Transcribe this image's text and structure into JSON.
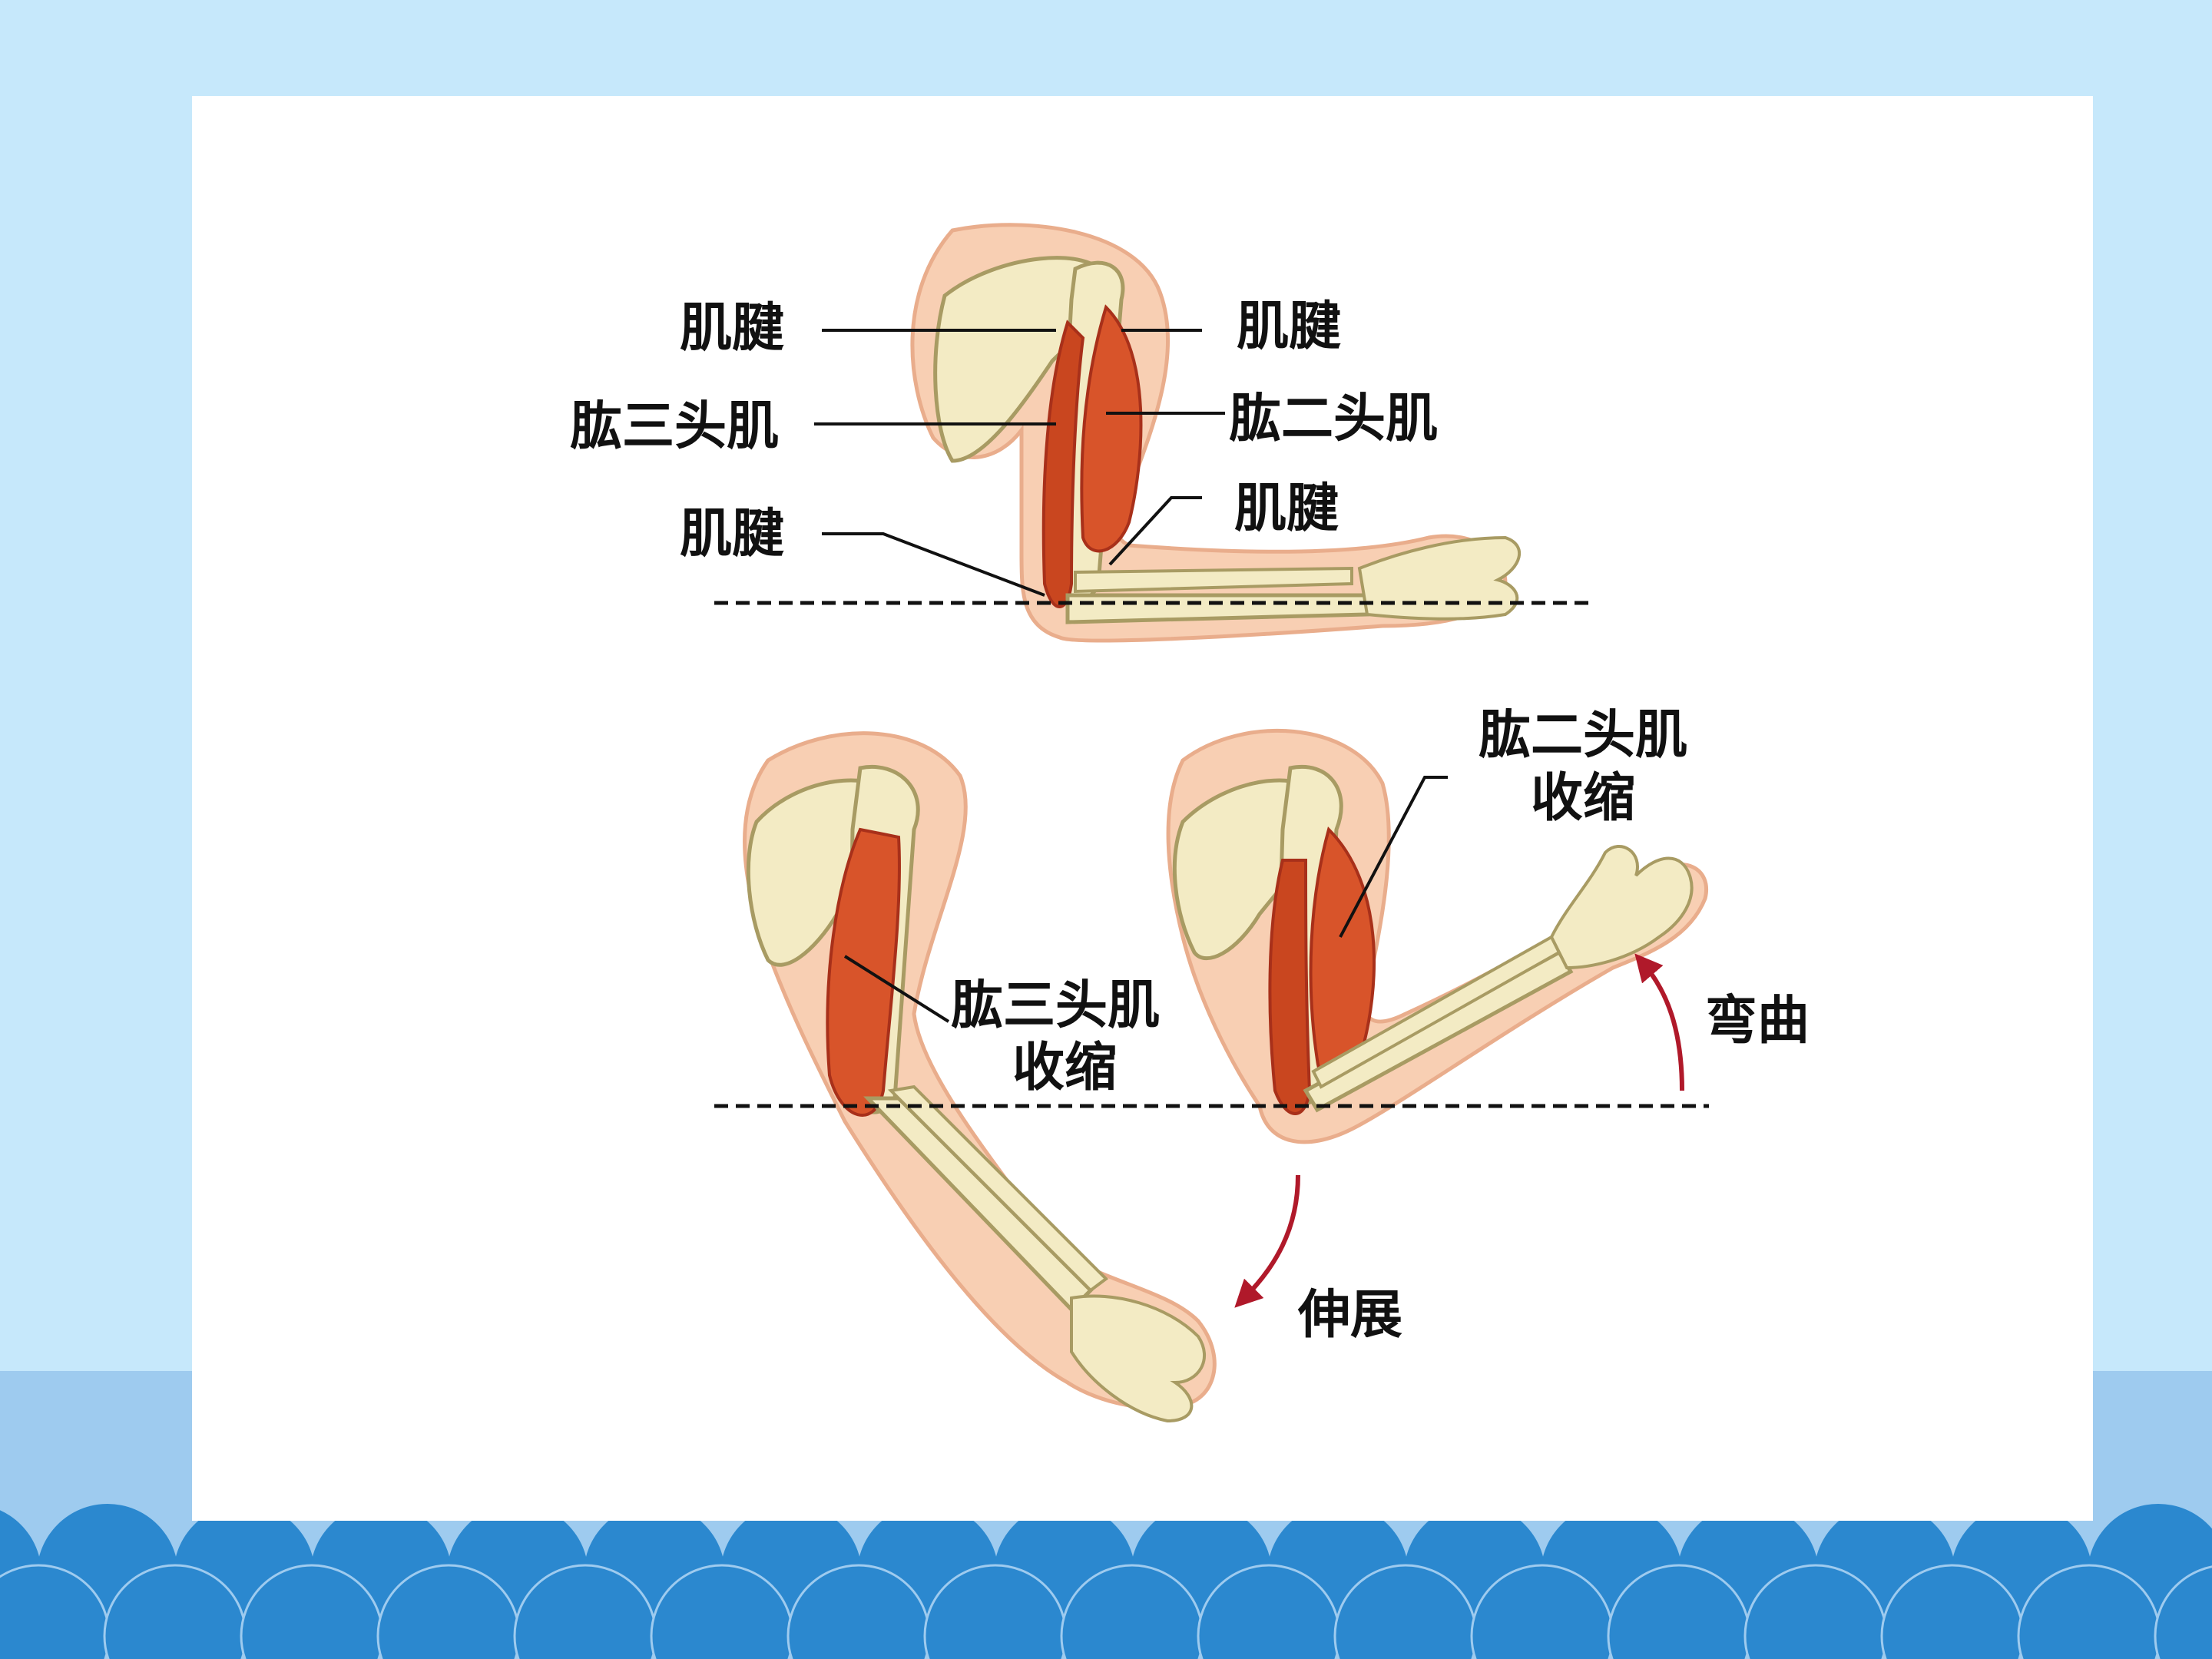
{
  "labels": {
    "top_tendon_upper_left": "肌腱",
    "top_tendon_upper_right": "肌腱",
    "top_triceps": "肱三头肌",
    "top_biceps": "肱二头肌",
    "top_tendon_lower_left": "肌腱",
    "top_tendon_lower_right": "肌腱",
    "biceps_contract_line1": "肱二头肌",
    "biceps_contract_line2": "收缩",
    "triceps_contract_line1": "肱三头肌",
    "triceps_contract_line2": "收缩",
    "flex": "弯曲",
    "extend": "伸展"
  },
  "colors": {
    "background_light": "#c6e8fb",
    "background_band": "#9ecbef",
    "scallop_blue": "#2b88cf",
    "card": "#ffffff",
    "skin": "#f8cfb3",
    "skin_edge": "#e9ad8c",
    "bone": "#f3ebc4",
    "bone_edge": "#a89b63",
    "muscle": "#d8542a",
    "muscle_dark": "#a8301a",
    "arrow": "#b0192a",
    "line": "#111111"
  }
}
